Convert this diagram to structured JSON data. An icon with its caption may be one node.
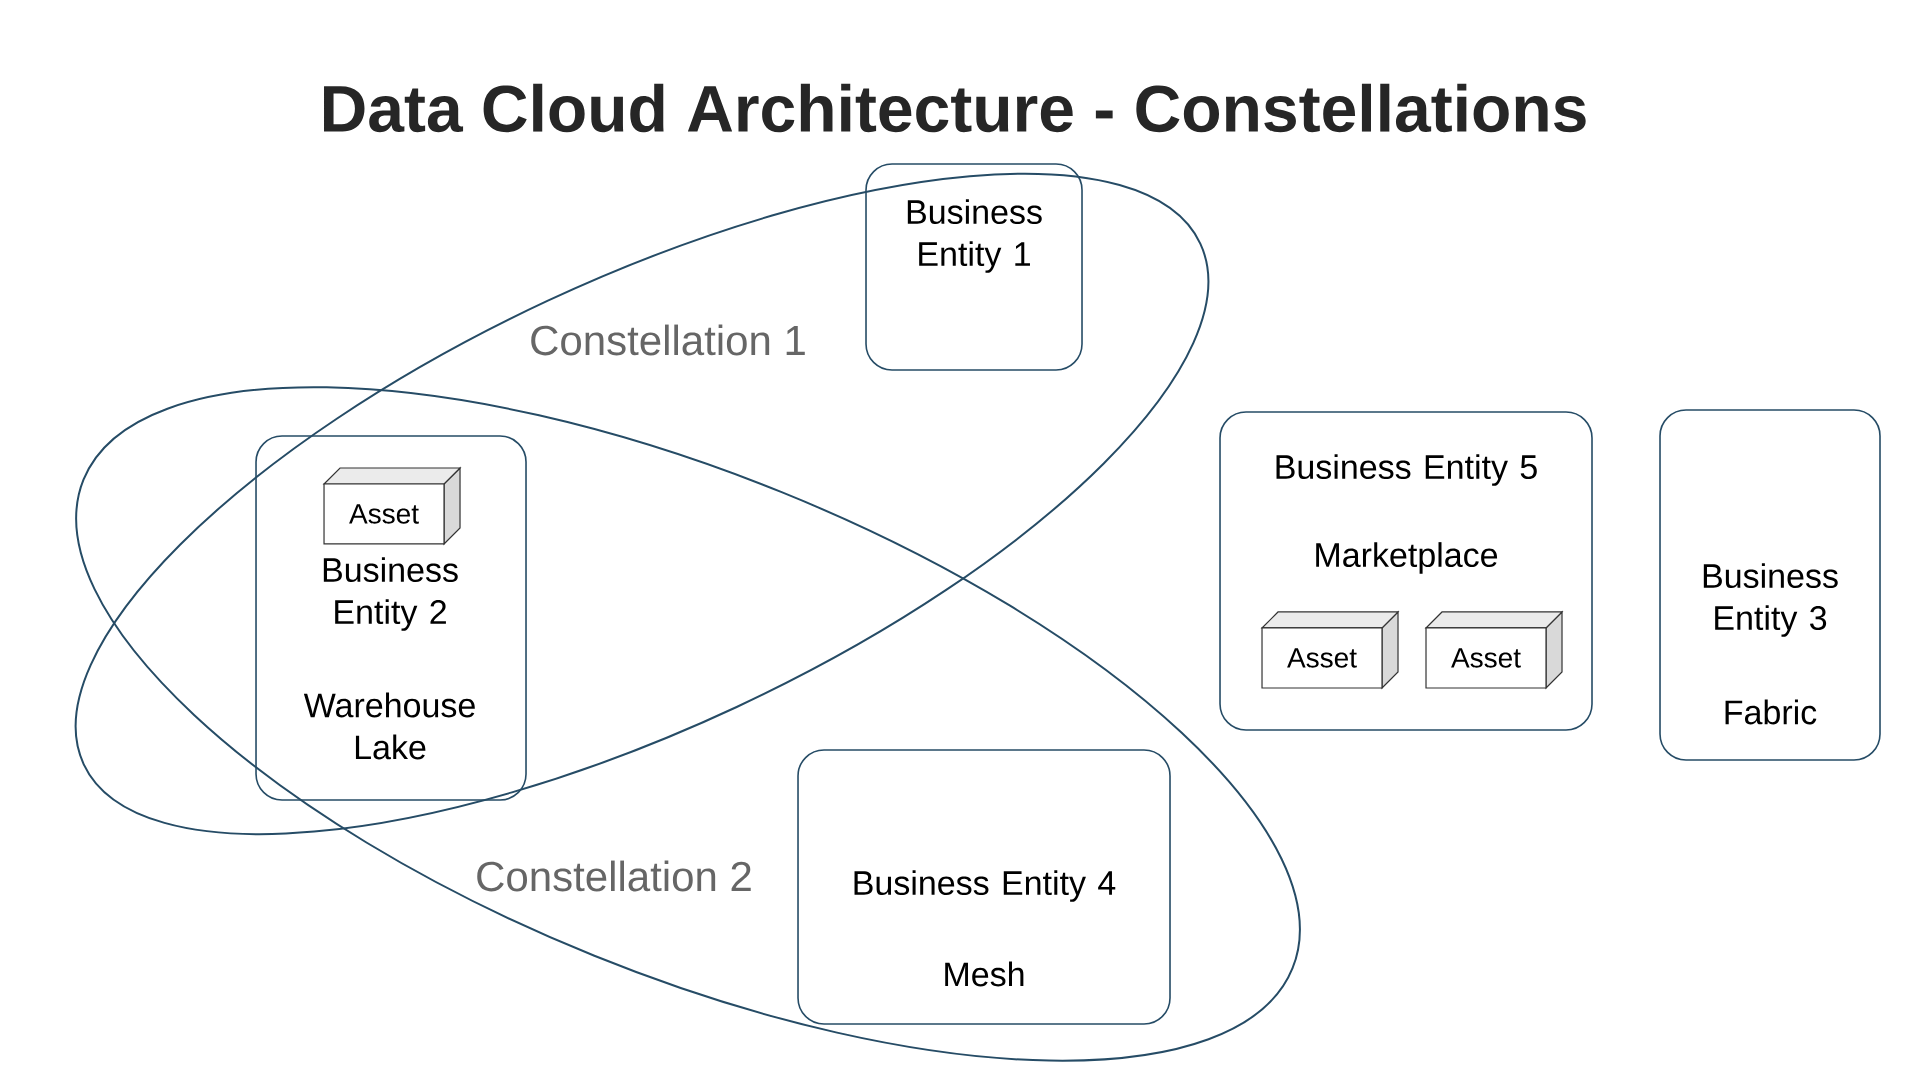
{
  "diagram": {
    "title": "Data Cloud Architecture - Constellations",
    "nodes": [
      {
        "text": [
          "Constellation 1"
        ]
      },
      {
        "text": [
          "Business Entity 1"
        ],
        "in": 0
      },
      {
        "text": [
          "Constellation 2"
        ]
      },
      {
        "text": [
          "Business Entity 2",
          "Warehouse Lake"
        ]
      },
      {
        "text": [
          "Asset"
        ],
        "in": 3
      },
      {
        "text": [
          "Business Entity 5",
          "Marketplace"
        ]
      },
      {
        "text": [
          "Asset"
        ],
        "in": 5
      },
      {
        "text": [
          "Asset"
        ],
        "in": 5
      },
      {
        "text": [
          "Business Entity 3",
          "Fabric"
        ]
      },
      {
        "text": [
          "Business Entity 4",
          "Mesh"
        ],
        "in": 2
      }
    ]
  }
}
